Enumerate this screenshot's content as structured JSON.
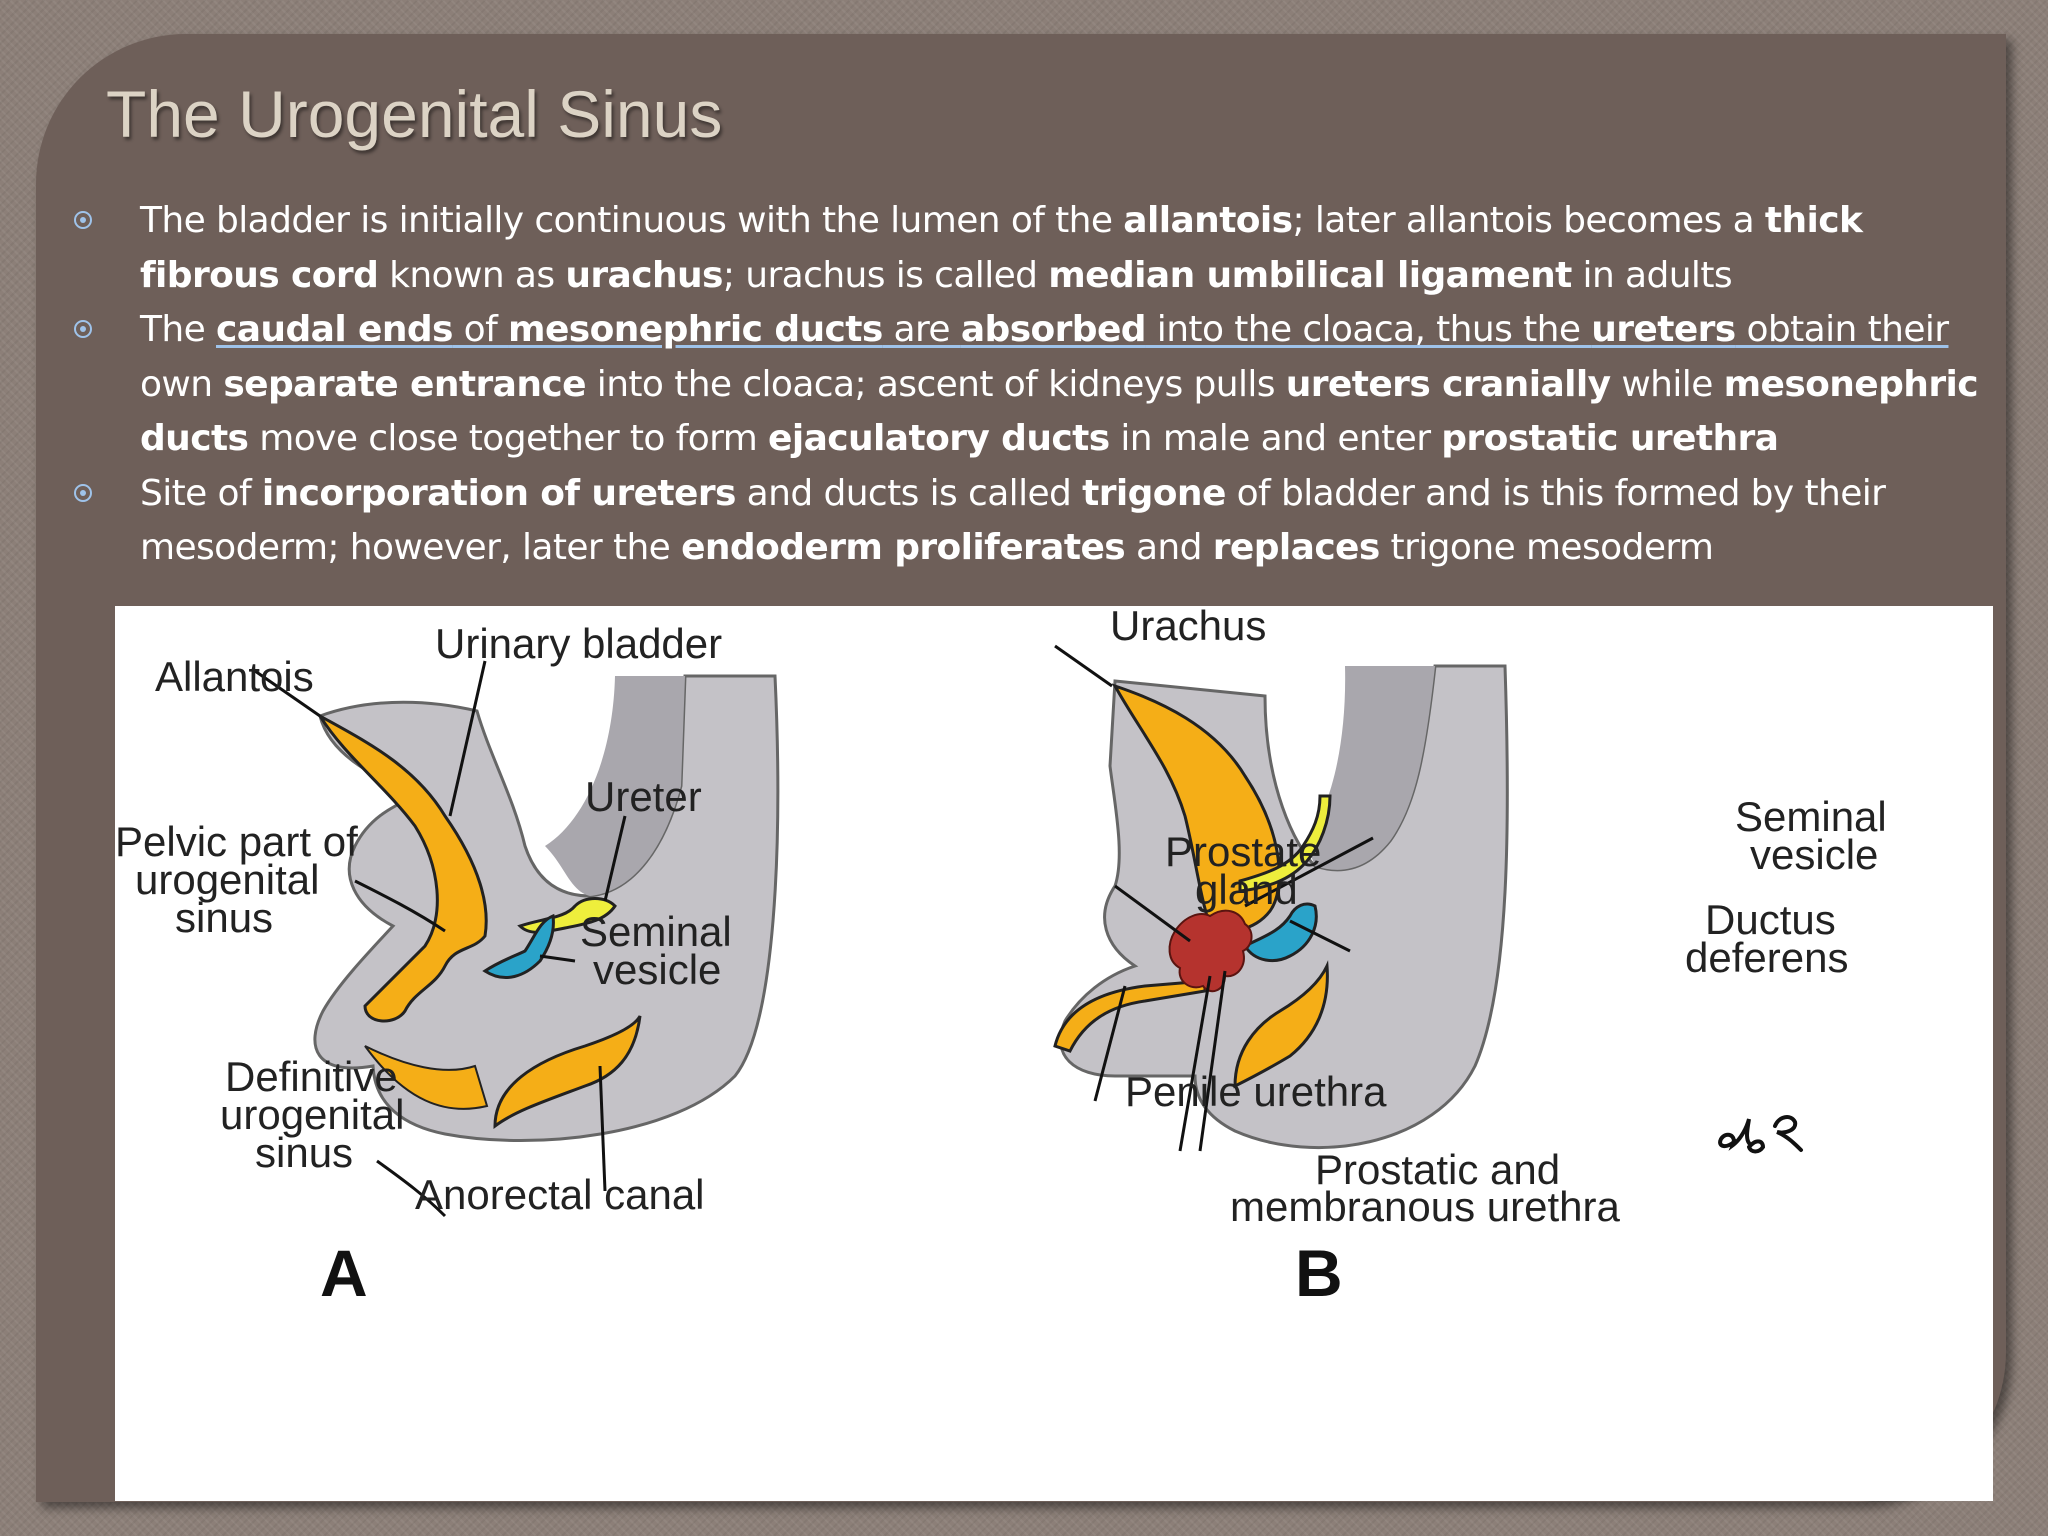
{
  "slide": {
    "title": "The Urogenital Sinus",
    "bullets": [
      [
        {
          "t": "The bladder is initially continuous with the lumen of the "
        },
        {
          "t": "allantois",
          "b": true
        },
        {
          "t": "; later allantois becomes a "
        },
        {
          "t": "thick fibrous cord",
          "b": true
        },
        {
          "t": " known as "
        },
        {
          "t": "urachus",
          "b": true
        },
        {
          "t": "; urachus is called "
        },
        {
          "t": "median umbilical ligament",
          "b": true
        },
        {
          "t": " in adults"
        }
      ],
      [
        {
          "t": "The "
        },
        {
          "t": "caudal ends",
          "b": true,
          "u": true
        },
        {
          "t": " of ",
          "u": true
        },
        {
          "t": "mesonephric ducts",
          "b": true,
          "u": true
        },
        {
          "t": " are ",
          "u": true
        },
        {
          "t": "absorbed",
          "b": true,
          "u": true
        },
        {
          "t": " into the cloaca, thus the ",
          "u": true
        },
        {
          "t": "ureters",
          "b": true,
          "u": true
        },
        {
          "t": " obtain their",
          "u": true
        },
        {
          "t": " own "
        },
        {
          "t": "separate entrance",
          "b": true
        },
        {
          "t": " into the cloaca; ascent of kidneys pulls "
        },
        {
          "t": "ureters cranially",
          "b": true
        },
        {
          "t": " while "
        },
        {
          "t": "mesonephric ducts",
          "b": true
        },
        {
          "t": " move close together to form "
        },
        {
          "t": "ejaculatory ducts",
          "b": true
        },
        {
          "t": " in male and enter "
        },
        {
          "t": "prostatic urethra",
          "b": true
        }
      ],
      [
        {
          "t": "Site of "
        },
        {
          "t": "incorporation of ureters",
          "b": true
        },
        {
          "t": " and ducts is called "
        },
        {
          "t": "trigone",
          "b": true
        },
        {
          "t": " of bladder and is this formed by their mesoderm; however, later the "
        },
        {
          "t": "endoderm proliferates",
          "b": true
        },
        {
          "t": " and "
        },
        {
          "t": "replaces",
          "b": true
        },
        {
          "t": " trigone mesoderm"
        }
      ]
    ]
  },
  "figure": {
    "panel_a": {
      "letter": "A",
      "labels": {
        "urinary_bladder": "Urinary bladder",
        "allantois": "Allantois",
        "ureter": "Ureter",
        "pelvic_1": "Pelvic part of",
        "pelvic_2": "urogenital",
        "pelvic_3": "sinus",
        "seminal_1": "Seminal",
        "seminal_2": "vesicle",
        "definitive_1": "Definitive",
        "definitive_2": "urogenital",
        "definitive_3": "sinus",
        "anorectal": "Anorectal canal"
      }
    },
    "panel_b": {
      "letter": "B",
      "labels": {
        "urachus": "Urachus",
        "seminal_1": "Seminal",
        "seminal_2": "vesicle",
        "prostate_1": "Prostate",
        "prostate_2": "gland",
        "ductus_1": "Ductus",
        "ductus_2": "deferens",
        "penile": "Penile urethra",
        "prostatic_1": "Prostatic and",
        "prostatic_2": "membranous urethra"
      }
    },
    "colors": {
      "tissue": "#c4c2c7",
      "hindgut": "#a9a7ad",
      "sinus": "#f5ae17",
      "ureter": "#eeee3c",
      "vesicle": "#2aa3c9",
      "prostate": "#b5332e"
    }
  }
}
